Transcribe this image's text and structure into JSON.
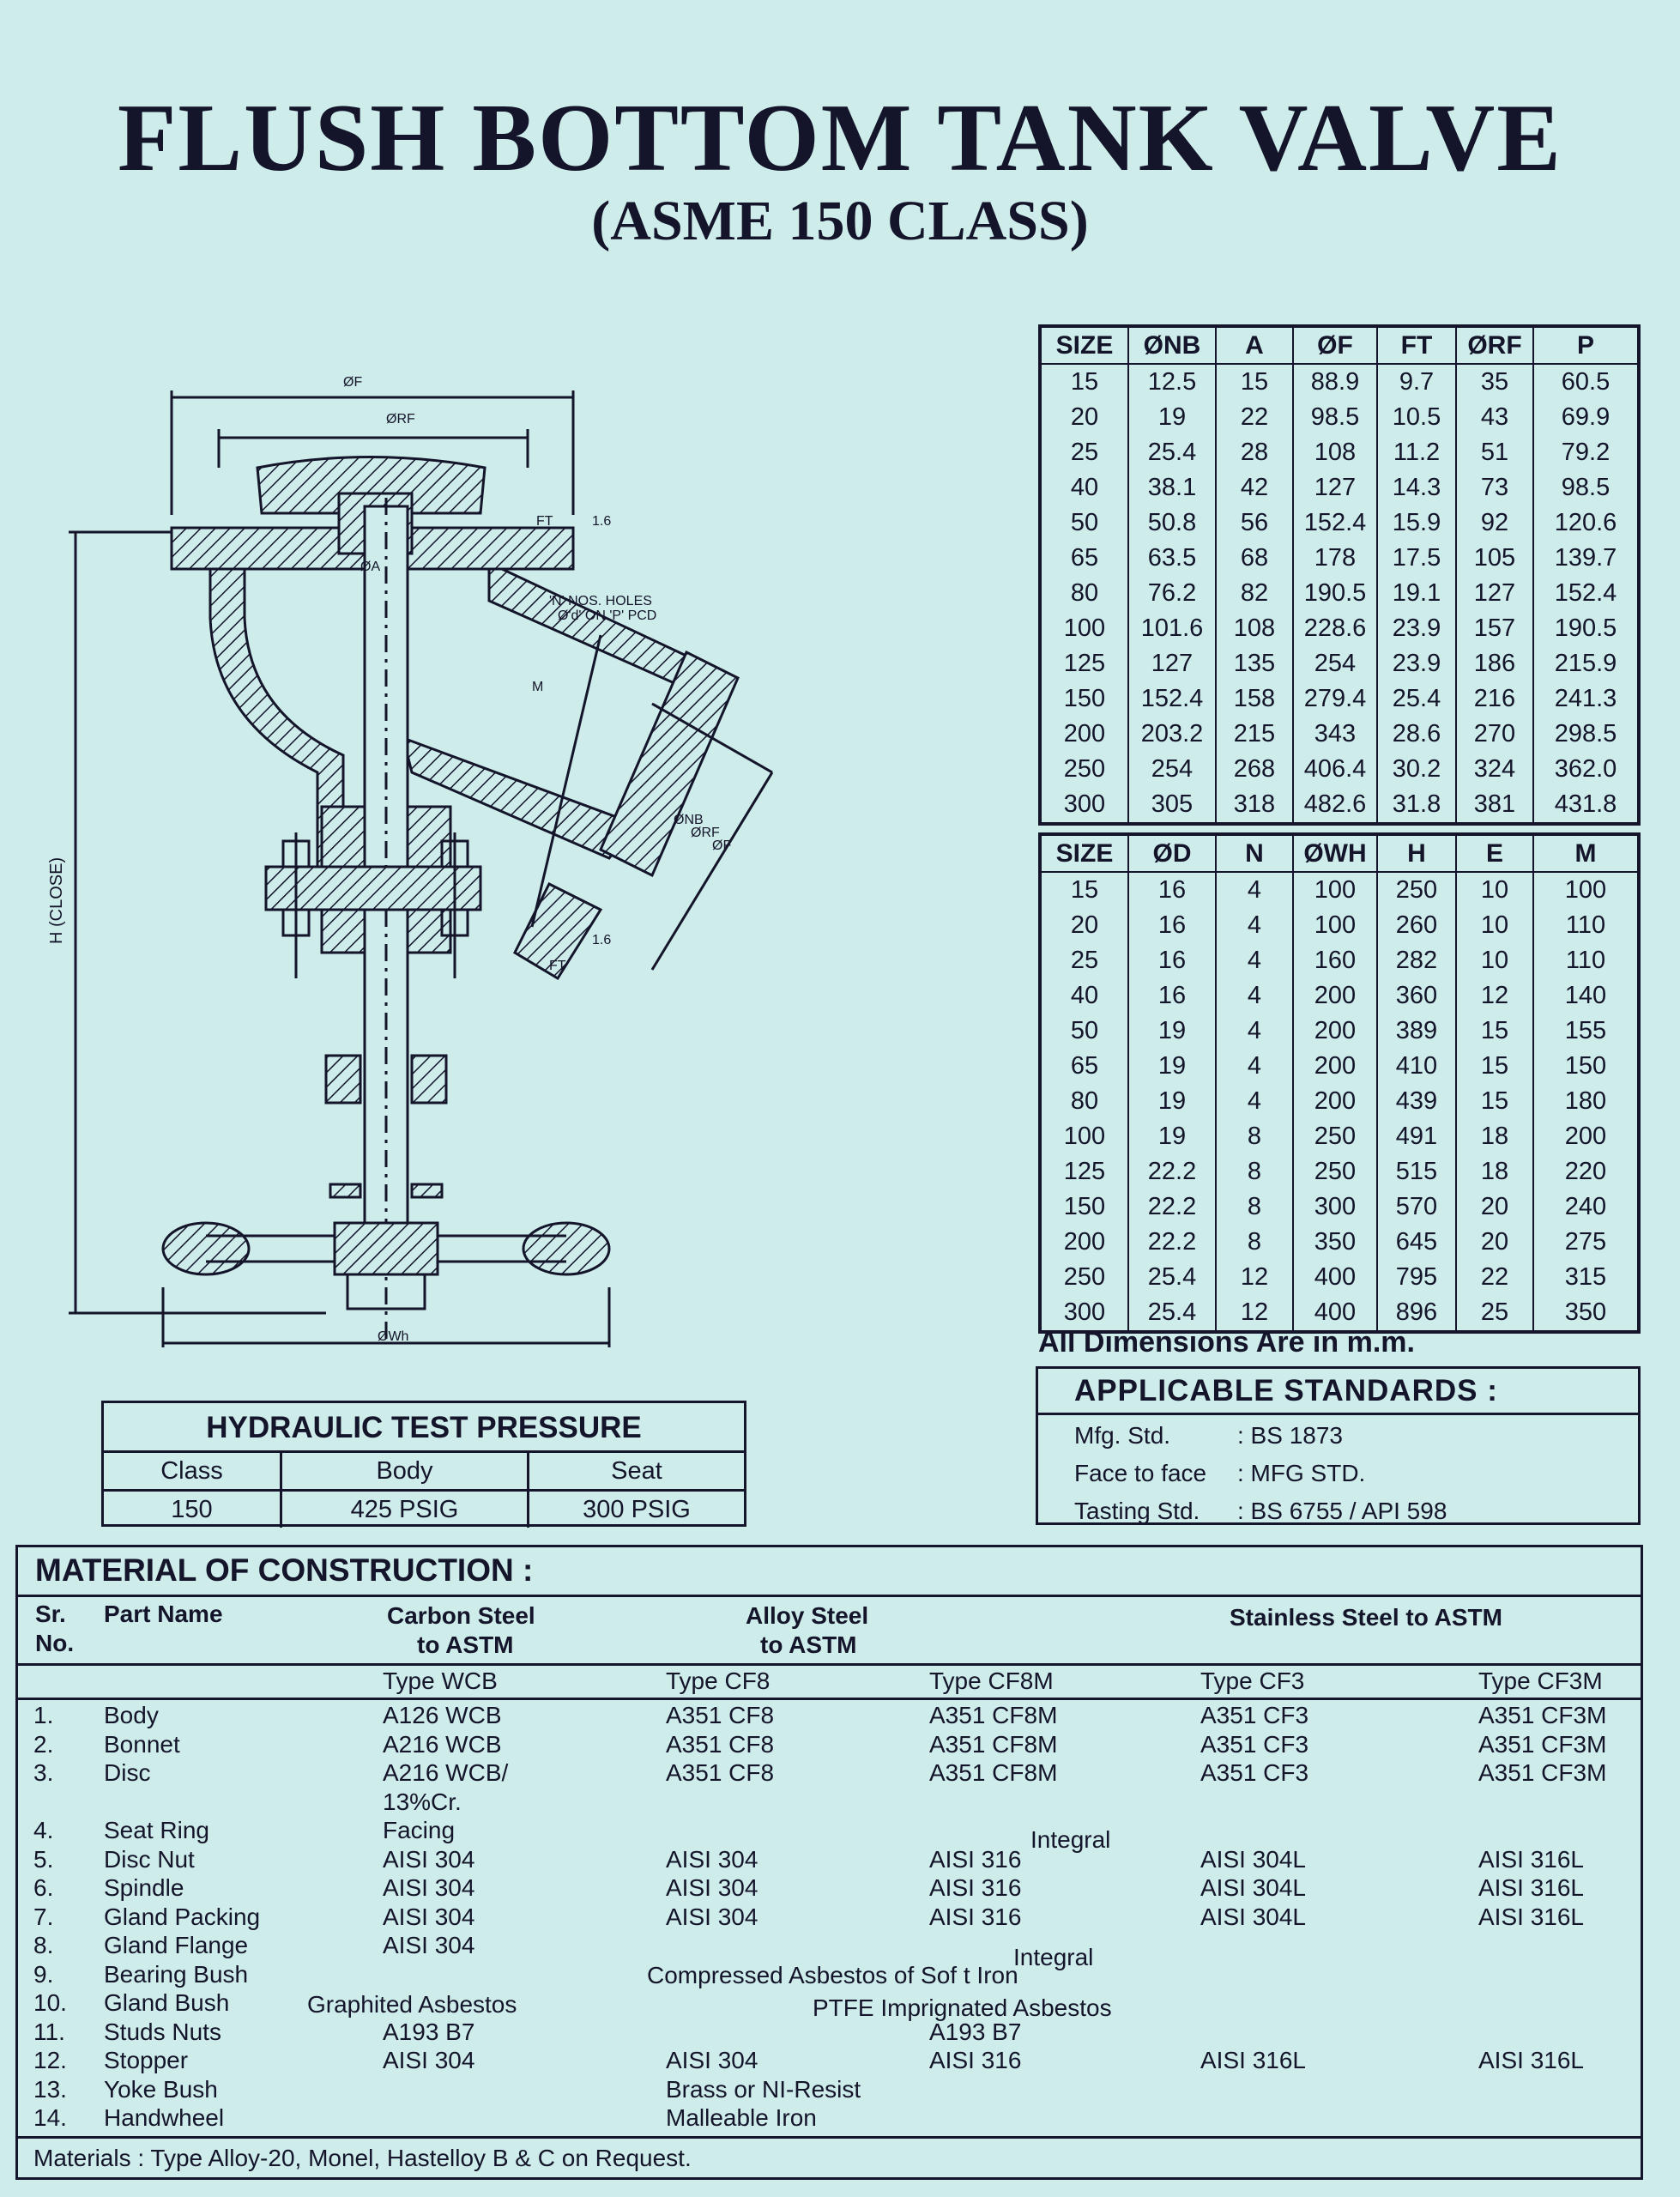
{
  "header": {
    "title": "FLUSH BOTTOM TANK VALVE",
    "subtitle": "(ASME 150 CLASS)"
  },
  "drawing": {
    "labels": {
      "phi_f": "ØF",
      "phi_rf": "ØRF",
      "phi_a": "ØA",
      "ft": "FT",
      "t16": "1.6",
      "holes1": "'N' NOS. HOLES",
      "holes2": "Ø'd' ON 'P' PCD",
      "m": "M",
      "phi_nb": "ØNB",
      "phi_rf2": "ØRF",
      "phi_f2": "ØF",
      "ft2": "FT",
      "t162": "1.6",
      "h_close": "H (CLOSE)",
      "phi_wh": "ØWh"
    }
  },
  "table1": {
    "headers": [
      "SIZE",
      "ØNB",
      "A",
      "ØF",
      "FT",
      "ØRF",
      "P"
    ],
    "rows": [
      [
        "15",
        "12.5",
        "15",
        "88.9",
        "9.7",
        "35",
        "60.5"
      ],
      [
        "20",
        "19",
        "22",
        "98.5",
        "10.5",
        "43",
        "69.9"
      ],
      [
        "25",
        "25.4",
        "28",
        "108",
        "11.2",
        "51",
        "79.2"
      ],
      [
        "40",
        "38.1",
        "42",
        "127",
        "14.3",
        "73",
        "98.5"
      ],
      [
        "50",
        "50.8",
        "56",
        "152.4",
        "15.9",
        "92",
        "120.6"
      ],
      [
        "65",
        "63.5",
        "68",
        "178",
        "17.5",
        "105",
        "139.7"
      ],
      [
        "80",
        "76.2",
        "82",
        "190.5",
        "19.1",
        "127",
        "152.4"
      ],
      [
        "100",
        "101.6",
        "108",
        "228.6",
        "23.9",
        "157",
        "190.5"
      ],
      [
        "125",
        "127",
        "135",
        "254",
        "23.9",
        "186",
        "215.9"
      ],
      [
        "150",
        "152.4",
        "158",
        "279.4",
        "25.4",
        "216",
        "241.3"
      ],
      [
        "200",
        "203.2",
        "215",
        "343",
        "28.6",
        "270",
        "298.5"
      ],
      [
        "250",
        "254",
        "268",
        "406.4",
        "30.2",
        "324",
        "362.0"
      ],
      [
        "300",
        "305",
        "318",
        "482.6",
        "31.8",
        "381",
        "431.8"
      ]
    ]
  },
  "table2": {
    "headers": [
      "SIZE",
      "ØD",
      "N",
      "ØWH",
      "H",
      "E",
      "M"
    ],
    "rows": [
      [
        "15",
        "16",
        "4",
        "100",
        "250",
        "10",
        "100"
      ],
      [
        "20",
        "16",
        "4",
        "100",
        "260",
        "10",
        "110"
      ],
      [
        "25",
        "16",
        "4",
        "160",
        "282",
        "10",
        "110"
      ],
      [
        "40",
        "16",
        "4",
        "200",
        "360",
        "12",
        "140"
      ],
      [
        "50",
        "19",
        "4",
        "200",
        "389",
        "15",
        "155"
      ],
      [
        "65",
        "19",
        "4",
        "200",
        "410",
        "15",
        "150"
      ],
      [
        "80",
        "19",
        "4",
        "200",
        "439",
        "15",
        "180"
      ],
      [
        "100",
        "19",
        "8",
        "250",
        "491",
        "18",
        "200"
      ],
      [
        "125",
        "22.2",
        "8",
        "250",
        "515",
        "18",
        "220"
      ],
      [
        "150",
        "22.2",
        "8",
        "300",
        "570",
        "20",
        "240"
      ],
      [
        "200",
        "22.2",
        "8",
        "350",
        "645",
        "20",
        "275"
      ],
      [
        "250",
        "25.4",
        "12",
        "400",
        "795",
        "22",
        "315"
      ],
      [
        "300",
        "25.4",
        "12",
        "400",
        "896",
        "25",
        "350"
      ]
    ]
  },
  "dimension_note": "All Dimensions Are in m.m.",
  "standards": {
    "title": "APPLICABLE  STANDARDS :",
    "rows": [
      {
        "label": "Mfg. Std.",
        "value": ": BS 1873"
      },
      {
        "label": "Face to face",
        "value": ": MFG STD."
      },
      {
        "label": "Tasting Std.",
        "value": ": BS 6755 / API 598"
      }
    ]
  },
  "hydraulic": {
    "title": "HYDRAULIC TEST PRESSURE",
    "headers": [
      "Class",
      "Body",
      "Seat"
    ],
    "values": [
      "150",
      "425 PSIG",
      "300 PSIG"
    ]
  },
  "moc": {
    "title": "MATERIAL OF CONSTRUCTION :",
    "head": {
      "sr1": "Sr.",
      "sr2": "No.",
      "part": "Part Name",
      "cs1": "Carbon Steel",
      "cs2": "to ASTM",
      "as1": "Alloy Steel",
      "as2": "to ASTM",
      "ss": "Stainless Steel to ASTM"
    },
    "types": [
      "Type WCB",
      "Type CF8",
      "Type CF8M",
      "Type CF3",
      "Type CF3M"
    ],
    "rows": [
      {
        "no": "1.",
        "part": "Body",
        "c": [
          "A126 WCB",
          "A351 CF8",
          "A351 CF8M",
          "A351 CF3",
          "A351 CF3M"
        ]
      },
      {
        "no": "2.",
        "part": "Bonnet",
        "c": [
          "A216 WCB",
          "A351 CF8",
          "A351 CF8M",
          "A351 CF3",
          "A351 CF3M"
        ]
      },
      {
        "no": "3.",
        "part": "Disc",
        "c": [
          "A216 WCB/",
          "A351 CF8",
          "A351 CF8M",
          "A351 CF3",
          "A351 CF3M"
        ]
      },
      {
        "no": "",
        "part": "",
        "c": [
          "13%Cr.",
          "",
          "",
          "",
          ""
        ]
      },
      {
        "no": "4.",
        "part": "Seat Ring",
        "c": [
          "Facing",
          "",
          "",
          "",
          ""
        ]
      },
      {
        "no": "5.",
        "part": "Disc Nut",
        "c": [
          "AISI 304",
          "AISI 304",
          "AISI 316",
          "AISI 304L",
          "AISI 316L"
        ]
      },
      {
        "no": "6.",
        "part": "Spindle",
        "c": [
          "AISI 304",
          "AISI 304",
          "AISI 316",
          "AISI 304L",
          "AISI 316L"
        ]
      },
      {
        "no": "7.",
        "part": "Gland Packing",
        "c": [
          "AISI 304",
          "AISI 304",
          "AISI 316",
          "AISI 304L",
          "AISI 316L"
        ]
      },
      {
        "no": "8.",
        "part": "Gland Flange",
        "c": [
          "AISI 304",
          "",
          "",
          "",
          ""
        ]
      },
      {
        "no": "9.",
        "part": "Bearing Bush",
        "c": [
          "",
          "",
          "",
          "",
          ""
        ]
      },
      {
        "no": "10.",
        "part": "Gland Bush",
        "c": [
          "",
          "",
          "",
          "",
          ""
        ]
      },
      {
        "no": "11.",
        "part": "Studs Nuts",
        "c": [
          "A193 B7",
          "",
          "A193 B7",
          "",
          ""
        ]
      },
      {
        "no": "12.",
        "part": "Stopper",
        "c": [
          "AISI 304",
          "AISI 304",
          "AISI 316",
          "AISI 316L",
          "AISI 316L"
        ]
      },
      {
        "no": "13.",
        "part": "Yoke Bush",
        "c": [
          "",
          "Brass or NI-Resist",
          "",
          "",
          ""
        ]
      },
      {
        "no": "14.",
        "part": "Handwheel",
        "c": [
          "",
          "Malleable Iron",
          "",
          "",
          ""
        ]
      }
    ],
    "integral1": "Integral",
    "integral2": "Integral",
    "compressed": "Compressed Asbestos of Sof t Iron",
    "graphited": "Graphited  Asbestos",
    "ptfe": "PTFE Imprignated Asbestos",
    "footer": "Materials : Type  Alloy-20, Monel, Hastelloy B & C on Request."
  }
}
